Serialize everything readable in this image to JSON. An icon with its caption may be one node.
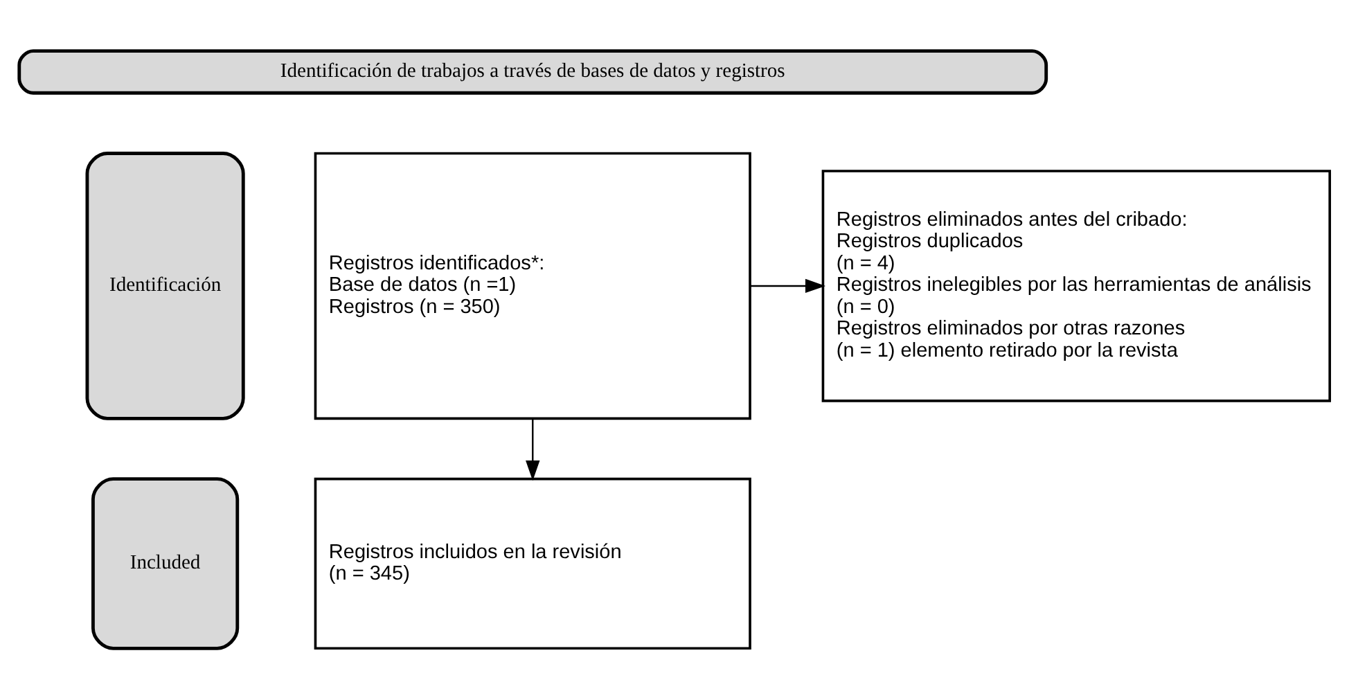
{
  "diagram": {
    "nodes": [
      {
        "text": [
          "Identificación de trabajos a través de bases de datos y registros"
        ]
      },
      {
        "text": [
          "Identificación"
        ]
      },
      {
        "text": [
          "Registros identificados*:",
          "Base de datos (n =1)",
          "Registros (n = 350)"
        ]
      },
      {
        "text": [
          "Registros eliminados antes del cribado:",
          "Registros duplicados",
          "(n = 4)",
          "Registros inelegibles por las herramientas de análisis",
          "(n = 0)",
          "Registros eliminados por otras razones",
          "(n = 1) elemento retirado por la revista"
        ]
      },
      {
        "text": [
          "Included"
        ]
      },
      {
        "text": [
          "Registros incluidos en la revisión",
          "(n = 345)"
        ]
      }
    ],
    "edges": [
      {
        "from": 2,
        "to": 3,
        "arrow": "to"
      },
      {
        "from": 2,
        "to": 5,
        "arrow": "to"
      }
    ]
  }
}
